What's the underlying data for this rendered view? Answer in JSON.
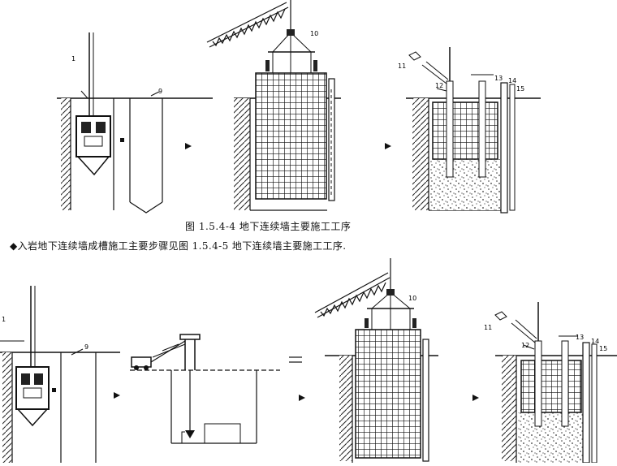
{
  "captions": {
    "figure_top": "图 1.5.4-4 地下连续墙主要施工工序",
    "bullet_text": "◆入岩地下连续墙成槽施工主要步骤见图 1.5.4-5 地下连续墙主要施工工序."
  },
  "labels": {
    "t1": "1",
    "t9": "9",
    "t10": "10",
    "t11": "11",
    "t12": "12",
    "t13": "13",
    "t14": "14",
    "t15": "15",
    "b1": "1",
    "b9": "9",
    "b10": "10",
    "b11": "11",
    "b12": "12",
    "b13": "13",
    "b14": "14",
    "b15": "15"
  }
}
